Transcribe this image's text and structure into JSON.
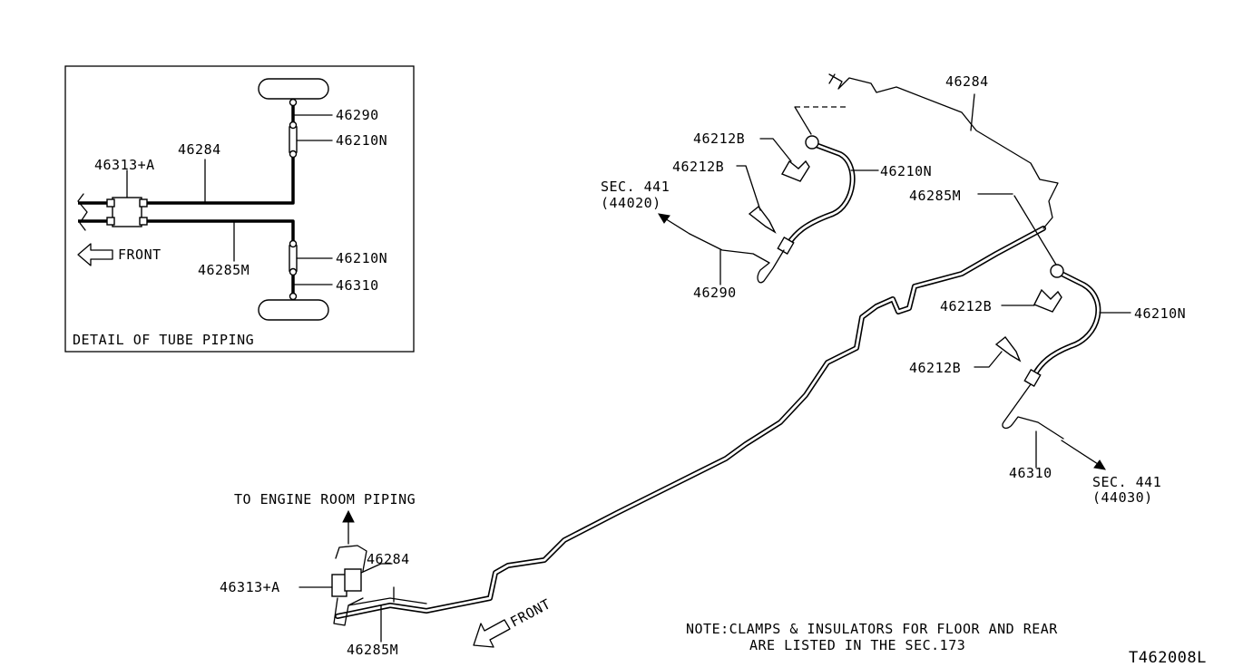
{
  "detail": {
    "caption": "DETAIL OF TUBE PIPING",
    "front_label": "FRONT",
    "labels": {
      "p46290": "46290",
      "p46210n_top": "46210N",
      "p46284": "46284",
      "p46313a": "46313+A",
      "p46285m": "46285M",
      "p46210n_bottom": "46210N",
      "p46310": "46310"
    }
  },
  "main": {
    "labels": {
      "p46284_top": "46284",
      "p46212b_1": "46212B",
      "p46212b_2": "46212B",
      "p46210n_left": "46210N",
      "sec441_left": "SEC. 441",
      "sec441_left_code": "(44020)",
      "p46290": "46290",
      "p46285m_top": "46285M",
      "p46212b_3": "46212B",
      "p46210n_right": "46210N",
      "p46212b_4": "46212B",
      "p46310": "46310",
      "sec441_right": "SEC. 441",
      "sec441_right_code": "(44030)",
      "engine_room": "TO ENGINE ROOM PIPING",
      "p46284_bottom": "46284",
      "p46313a": "46313+A",
      "p46285m_bottom": "46285M",
      "front_label": "FRONT"
    },
    "note_line1": "NOTE:CLAMPS & INSULATORS FOR FLOOR AND REAR",
    "note_line2": "ARE LISTED IN THE SEC.173",
    "figure_id": "T462008L"
  },
  "colors": {
    "line": "#000000",
    "background": "#ffffff"
  }
}
